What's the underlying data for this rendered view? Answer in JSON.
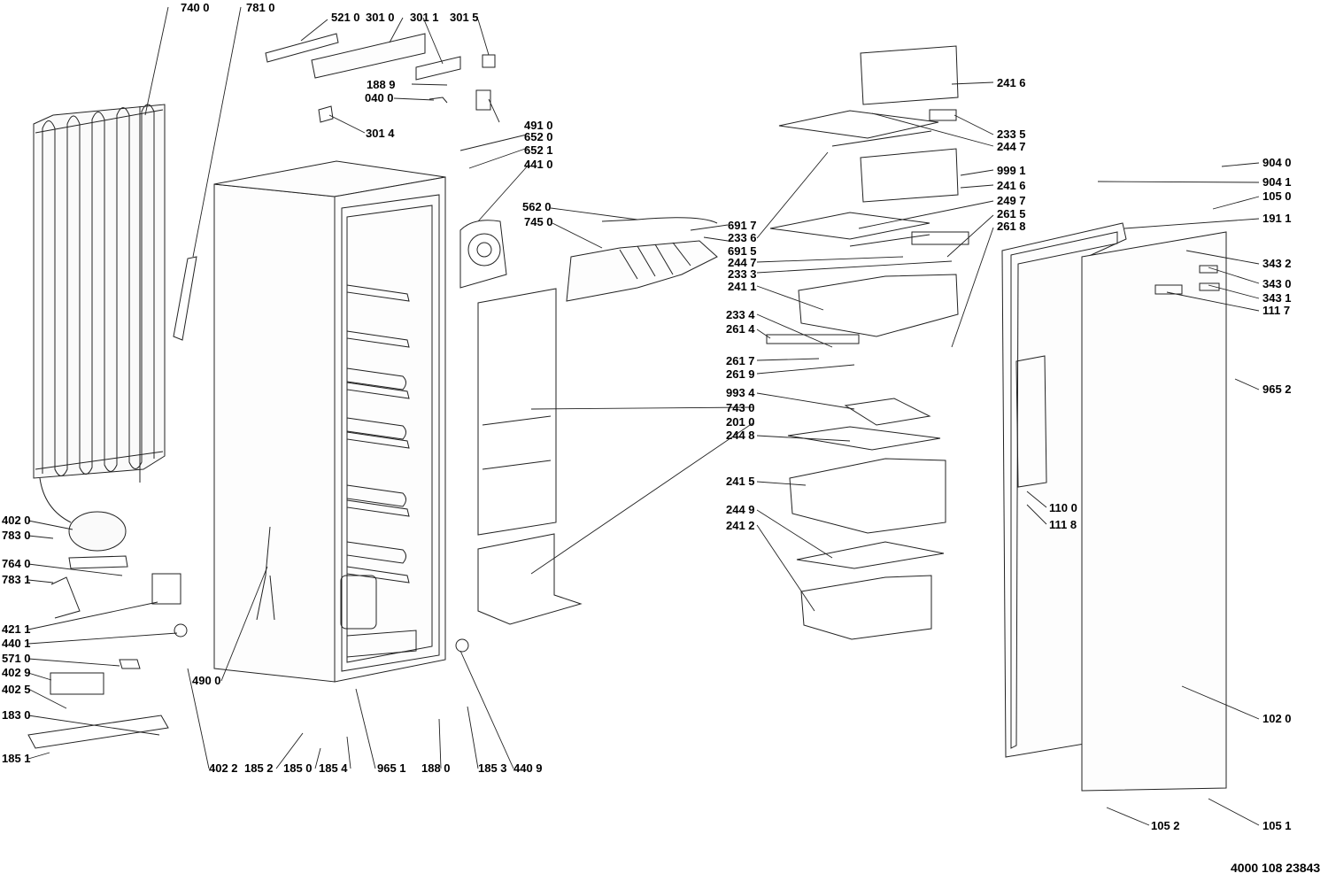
{
  "diagram": {
    "document_number": "4000 108 23843",
    "callouts": [
      "740 0",
      "781 0",
      "521 0",
      "301 0",
      "301 1",
      "301 5",
      "188 9",
      "040 0",
      "491 0",
      "301 4",
      "652 0",
      "652 1",
      "441 0",
      "562 0",
      "745 0",
      "691 7",
      "233 6",
      "691 5",
      "244 7",
      "233 3",
      "241 1",
      "241 6",
      "233 5",
      "244 7",
      "999 1",
      "241 6",
      "249 7",
      "261 5",
      "261 8",
      "233 4",
      "261 4",
      "261 7",
      "261 9",
      "993 4",
      "743 0",
      "201 0",
      "244 8",
      "241 5",
      "244 9",
      "241 2",
      "904 0",
      "904 1",
      "105 0",
      "191 1",
      "343 2",
      "343 0",
      "343 1",
      "111 7",
      "965 2",
      "110 0",
      "111 8",
      "102 0",
      "105 2",
      "105 1",
      "402 0",
      "783 0",
      "764 0",
      "783 1",
      "421 1",
      "440 1",
      "571 0",
      "402 9",
      "402 5",
      "183 0",
      "185 1",
      "402 2",
      "185 2",
      "185 0",
      "185 4",
      "965 1",
      "188 0",
      "185 3",
      "440 9",
      "490 0"
    ]
  }
}
